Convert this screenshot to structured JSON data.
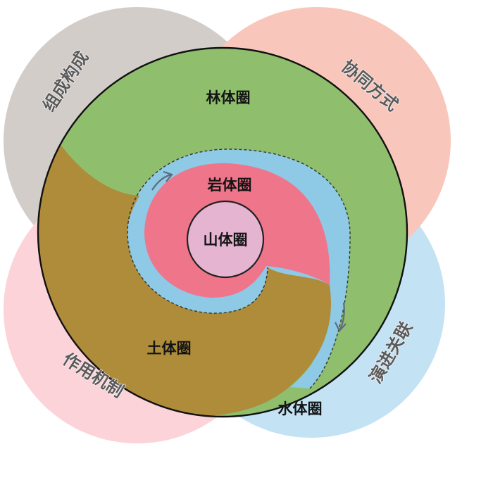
{
  "spheres": {
    "forest": "林体圈",
    "rock": "岩体圈",
    "mountain": "山体圈",
    "soil": "土体圈",
    "water": "水体圈"
  },
  "petals": {
    "composition": "组成构成",
    "synergy": "协同方式",
    "mechanism": "作用机制",
    "evolution": "演进关联"
  },
  "colors": {
    "petal_composition": "#d3cdca",
    "petal_synergy": "#f9c6bb",
    "petal_mechanism": "#fbd3d9",
    "petal_evolution": "#c3e2f4",
    "forest": "#8fbf6d",
    "soil": "#ae8c3a",
    "water": "#8ec9e6",
    "rock": "#ef758b",
    "mountain": "#e4b4d1"
  }
}
